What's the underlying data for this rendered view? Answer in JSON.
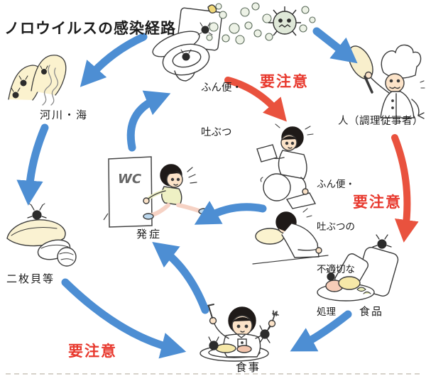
{
  "title": "ノロウイルスの感染経路",
  "nodes": {
    "excreta": {
      "line1": "ふん便・",
      "line2": "吐ぶつ"
    },
    "river_sea": {
      "label": "河川・海"
    },
    "food_handler": {
      "label": "人（調理従事者）"
    },
    "bivalves": {
      "label": "二枚貝等"
    },
    "onset": {
      "label": "発症"
    },
    "improper_handling": {
      "line1": "ふん便・",
      "line2": "吐ぶつの",
      "line3": "不適切な",
      "line4": "処理"
    },
    "food": {
      "label": "食品"
    },
    "meal": {
      "label": "食事"
    },
    "wc_sign": {
      "label": "WC"
    }
  },
  "cautions": {
    "top": "要注意",
    "right": "要注意",
    "bottom": "要注意"
  },
  "colors": {
    "arrow_blue": "#4d8ed3",
    "arrow_red": "#e9523e",
    "caution_text": "#e8392e",
    "ink": "#3a3a3a",
    "cream": "#faf0cc",
    "background": "#ffffff"
  }
}
